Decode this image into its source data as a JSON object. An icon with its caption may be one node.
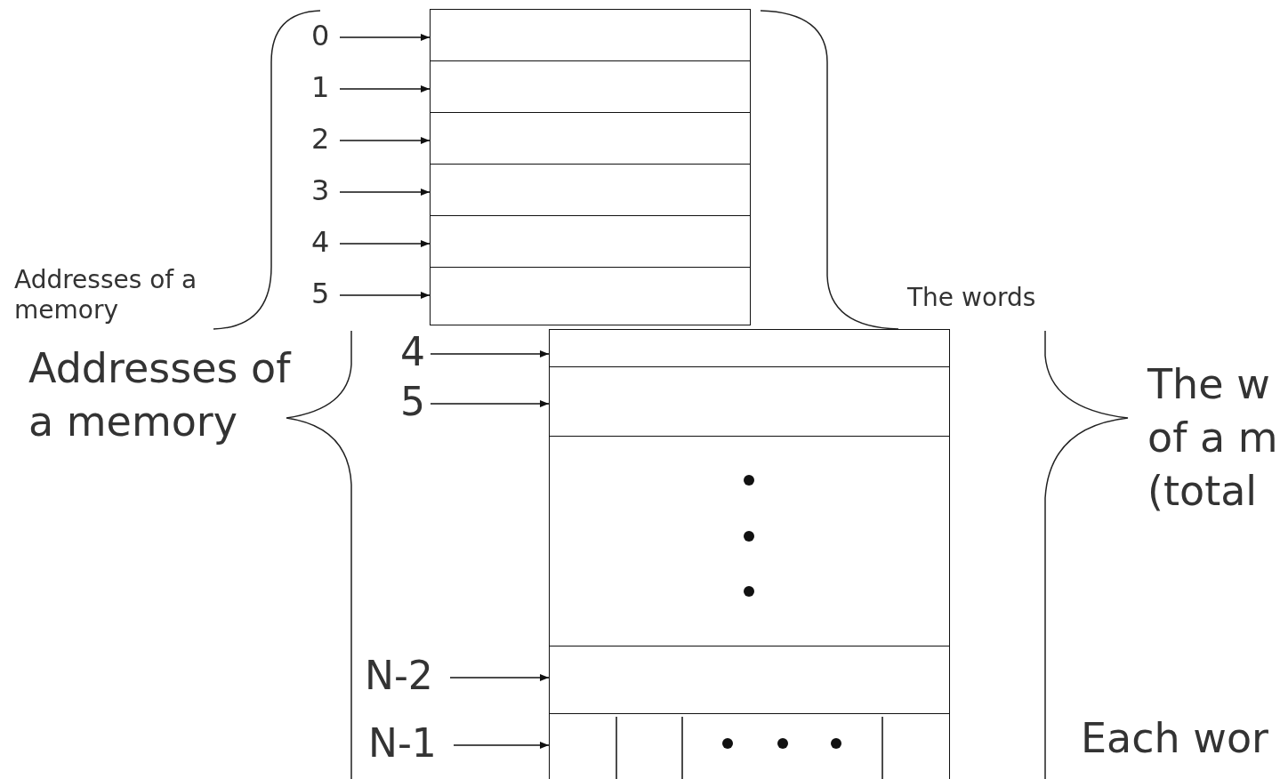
{
  "diagram": {
    "nodes": [
      {
        "text": [
          "0"
        ]
      },
      {
        "text": [
          "1"
        ]
      },
      {
        "text": [
          "2"
        ]
      },
      {
        "text": [
          "3"
        ]
      },
      {
        "text": [
          "4"
        ]
      },
      {
        "text": [
          "5"
        ]
      },
      {
        "text": [],
        "shape": "box"
      },
      {
        "text": [],
        "shape": "box"
      },
      {
        "text": [],
        "shape": "box"
      },
      {
        "text": [],
        "shape": "box"
      },
      {
        "text": [],
        "shape": "box"
      },
      {
        "text": [],
        "shape": "box"
      },
      {
        "text": [
          "4"
        ]
      },
      {
        "text": [
          "5"
        ]
      },
      {
        "text": [
          "N-2"
        ]
      },
      {
        "text": [
          "N-1"
        ]
      },
      {
        "text": [],
        "shape": "box"
      },
      {
        "text": [],
        "shape": "box"
      },
      {
        "text": [],
        "shape": "box"
      },
      {
        "text": [],
        "shape": "box"
      },
      {
        "text": [],
        "shape": "box"
      }
    ],
    "edges": [
      {
        "from": 0,
        "to": 6,
        "arrow": "to"
      },
      {
        "from": 1,
        "to": 7,
        "arrow": "to"
      },
      {
        "from": 2,
        "to": 8,
        "arrow": "to"
      },
      {
        "from": 3,
        "to": 9,
        "arrow": "to"
      },
      {
        "from": 4,
        "to": 10,
        "arrow": "to"
      },
      {
        "from": 5,
        "to": 11,
        "arrow": "to"
      },
      {
        "from": 12,
        "to": 16,
        "arrow": "to"
      },
      {
        "from": 13,
        "to": 17,
        "arrow": "to"
      },
      {
        "from": 14,
        "to": 19,
        "arrow": "to"
      },
      {
        "from": 15,
        "to": 20,
        "arrow": "to"
      }
    ],
    "labels": [
      "Addresses of a memory",
      "The words",
      "Addresses of a memory",
      "The w of a m (total",
      "Each wor"
    ]
  }
}
